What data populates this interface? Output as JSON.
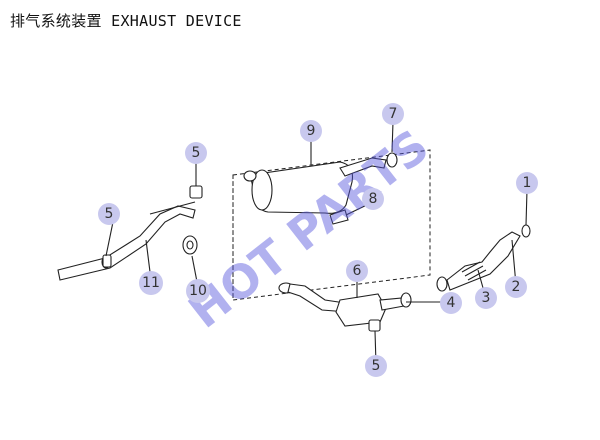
{
  "title": "排气系统装置 EXHAUST DEVICE",
  "watermark": "HOT PARTS",
  "colors": {
    "callout_fill": "#c8c8ee",
    "watermark": "#5555dd",
    "line": "#222222"
  },
  "callouts": [
    {
      "id": "c1",
      "label": "1"
    },
    {
      "id": "c2",
      "label": "2"
    },
    {
      "id": "c3",
      "label": "3"
    },
    {
      "id": "c4",
      "label": "4"
    },
    {
      "id": "c5a",
      "label": "5"
    },
    {
      "id": "c5b",
      "label": "5"
    },
    {
      "id": "c5c",
      "label": "5"
    },
    {
      "id": "c6",
      "label": "6"
    },
    {
      "id": "c7",
      "label": "7"
    },
    {
      "id": "c8",
      "label": "8"
    },
    {
      "id": "c9",
      "label": "9"
    },
    {
      "id": "c10",
      "label": "10"
    },
    {
      "id": "c11",
      "label": "11"
    }
  ]
}
